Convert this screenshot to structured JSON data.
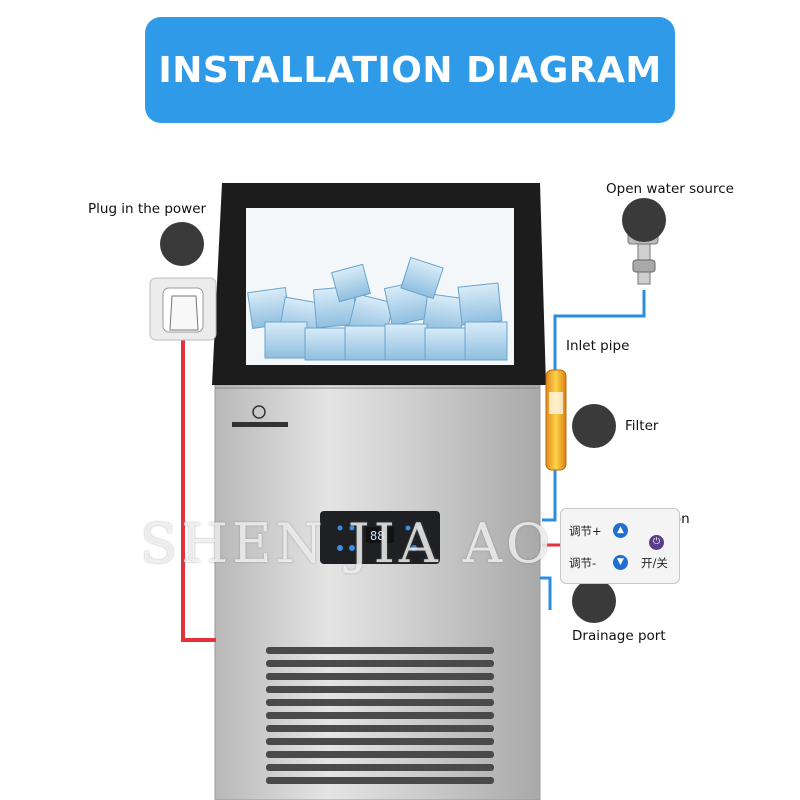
{
  "title": "INSTALLATION DIAGRAM",
  "labels": {
    "plug_power": "Plug in the power",
    "open_water": "Open water source",
    "inlet_pipe": "Inlet pipe",
    "filter": "Filter",
    "turn_on": "Turn on",
    "drainage": "Drainage port"
  },
  "control_panel": {
    "adjust_plus": "调节+",
    "adjust_minus": "调节-",
    "on_off": "开/关"
  },
  "watermark": "SHEN JIA AO",
  "colors": {
    "banner": "#2f9be8",
    "power_line": "#e5313a",
    "water_line": "#2a8de0",
    "marker": "#3a3a3a"
  }
}
